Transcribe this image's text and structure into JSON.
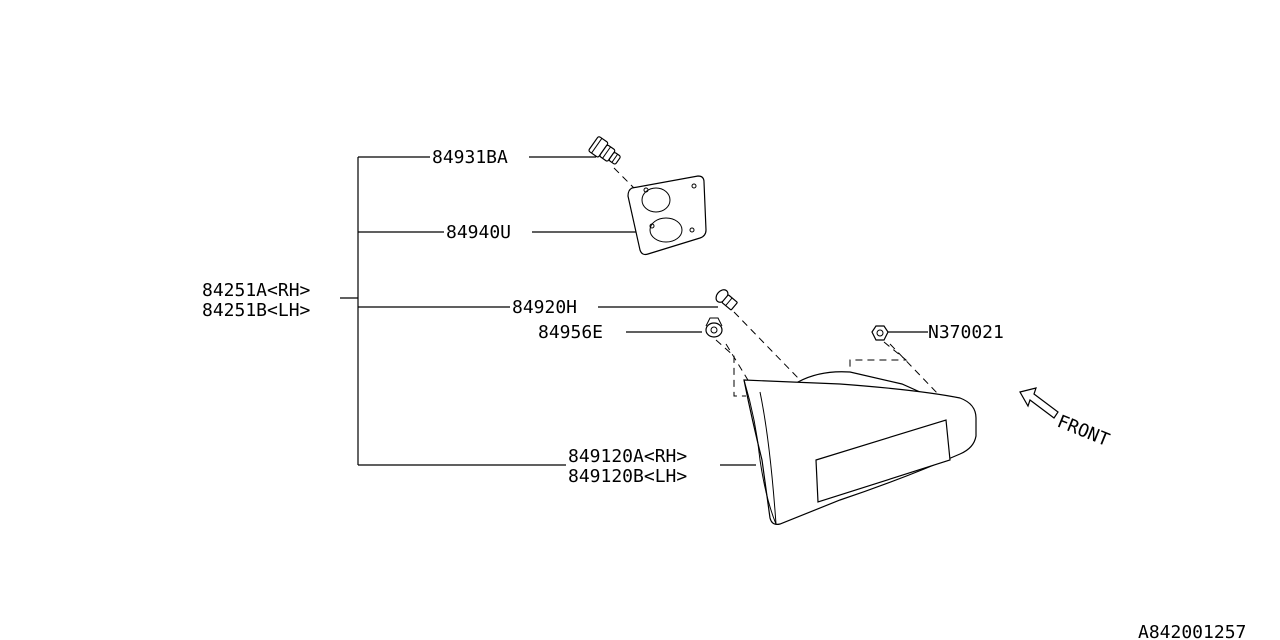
{
  "diagram": {
    "assembly_labels": [
      "84251A<RH>",
      "84251B<LH>"
    ],
    "parts": {
      "socket": "84931BA",
      "gasket": "84940U",
      "bulb": "84920H",
      "cushion": "84956E",
      "clip": "N370021",
      "lens_rh": "849120A<RH>",
      "lens_lh": "849120B<LH>"
    },
    "direction_label": "FRONT",
    "diagram_code": "A842001257"
  }
}
